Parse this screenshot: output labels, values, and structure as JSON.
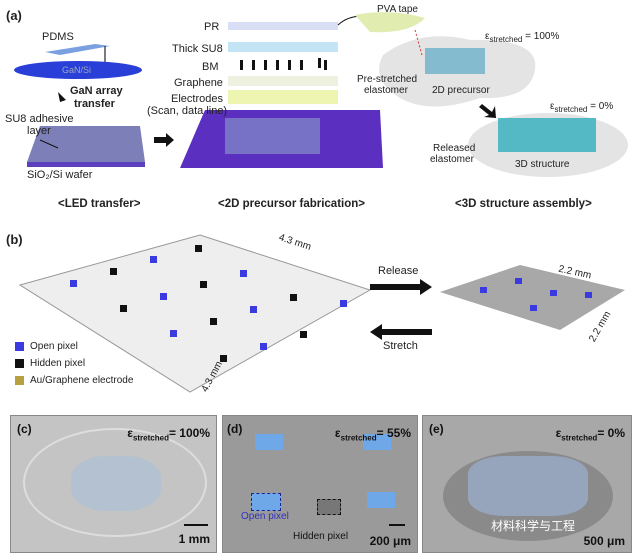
{
  "panel_a": {
    "label": "(a)",
    "pdms": "PDMS",
    "gan_si": "GaN/Si",
    "transfer_l1": "GaN array",
    "transfer_l2": "transfer",
    "su8_l1": "SU8 adhesive",
    "su8_l2": "layer",
    "wafer": "SiO₂/Si wafer",
    "cap_led": "<LED transfer>",
    "pr": "PR",
    "thick_su8": "Thick SU8",
    "bm": "BM",
    "graphene": "Graphene",
    "electrodes": "Electrodes",
    "electrodes_sub": "(Scan, data line)",
    "cap_2d": "<2D precursor fabrication>",
    "pva": "PVA tape",
    "eps_sym": "ε",
    "eps_sub": "stretched",
    "eps_100": " = 100%",
    "pre_l1": "Pre-stretched",
    "pre_l2": "elastomer",
    "precursor": "2D precursor",
    "eps_0": " = 0%",
    "rel_l1": "Released",
    "rel_l2": "elastomer",
    "structure": "3D structure",
    "cap_3d": "<3D structure assembly>"
  },
  "panel_b": {
    "label": "(b)",
    "dim_large_1": "4.3 mm",
    "dim_large_2": "4.3 mm",
    "legend": [
      {
        "label": "Open pixel",
        "color": "#3a3ae0"
      },
      {
        "label": "Hidden pixel",
        "color": "#111111"
      },
      {
        "label": "Au/Graphene electrode",
        "color": "#b8a040"
      }
    ],
    "release": "Release",
    "stretch": "Stretch",
    "dim_small_1": "2.2 mm",
    "dim_small_2": "2.2 mm"
  },
  "panel_c": {
    "label": "(c)",
    "eps_sym": "ε",
    "eps_sub": "stretched",
    "eps_val": "= 100%",
    "scale": "1 mm"
  },
  "panel_d": {
    "label": "(d)",
    "eps_sym": "ε",
    "eps_sub": "stretched",
    "eps_val": "= 55%",
    "open": "Open pixel",
    "hidden": "Hidden pixel",
    "scale": "200 μm"
  },
  "panel_e": {
    "label": "(e)",
    "eps_sym": "ε",
    "eps_sub": "stretched",
    "eps_val": "= 0%",
    "scale": "500 μm",
    "watermark": "材料科学与工程"
  }
}
